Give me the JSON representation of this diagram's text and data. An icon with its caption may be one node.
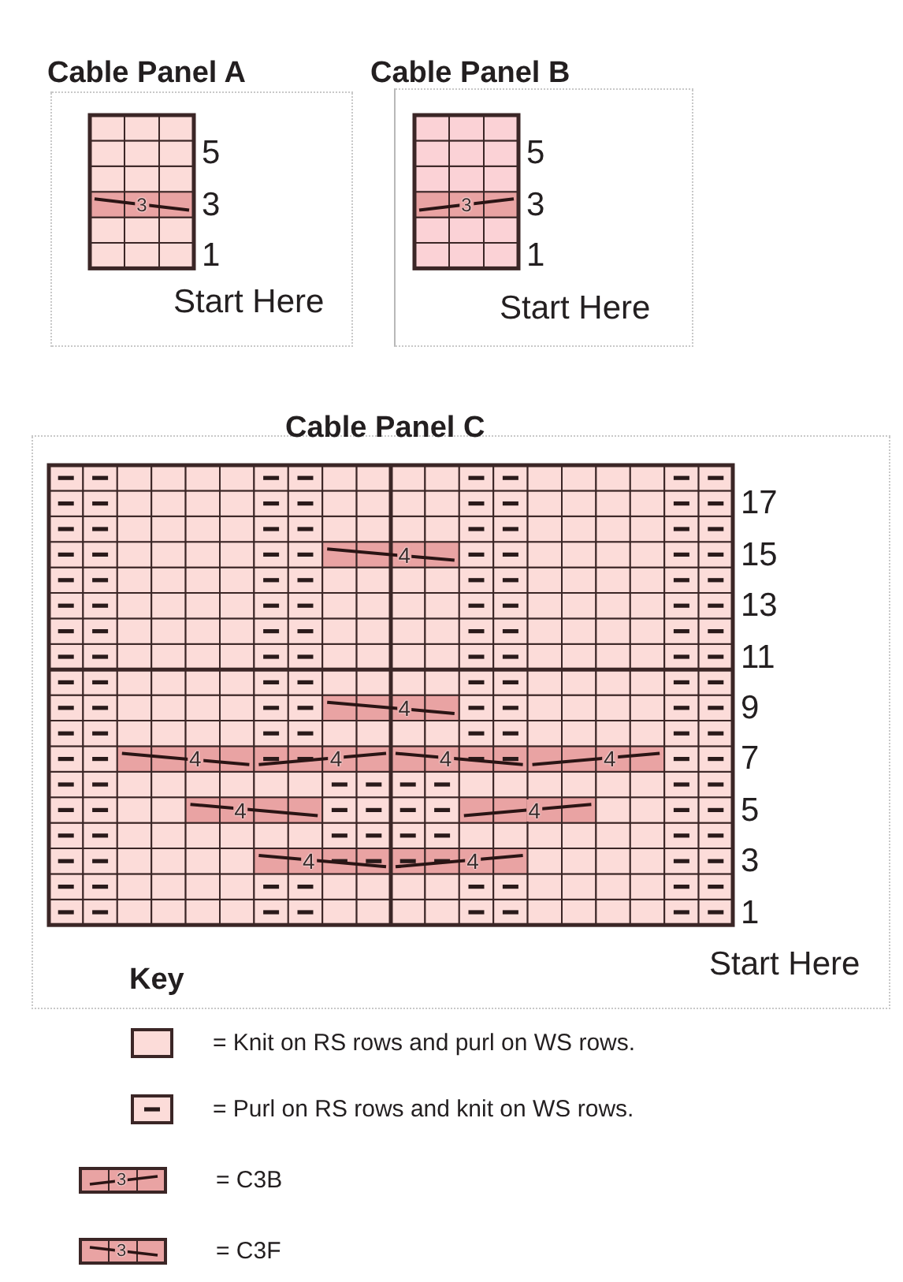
{
  "diagram": {
    "labels": [
      "Cable Panel A",
      "3",
      "5",
      "3",
      "1",
      "Start Here",
      "Cable Panel B",
      "3",
      "5",
      "3",
      "1",
      "Start Here",
      "Cable Panel C",
      "4",
      "4",
      "4",
      "4",
      "4",
      "4",
      "4",
      "4",
      "4",
      "4",
      "17",
      "15",
      "13",
      "11",
      "9",
      "7",
      "5",
      "3",
      "1",
      "Start Here",
      "Key",
      "3",
      "3"
    ],
    "legend": [
      {
        "text": "= Knit on RS rows and purl on WS rows."
      },
      {
        "text": "= Purl on RS rows and knit on WS rows."
      },
      {
        "text": "= C3B"
      },
      {
        "text": "= C3F"
      }
    ]
  }
}
